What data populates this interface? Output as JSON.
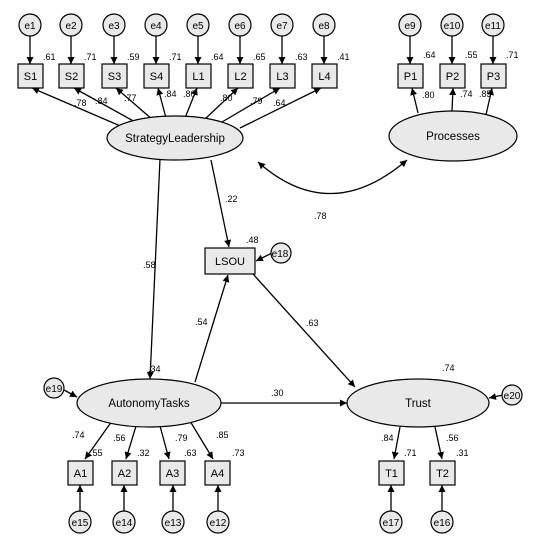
{
  "latents": {
    "strategy": "StrategyLeadership",
    "processes": "Processes",
    "autonomy": "AutonomyTasks",
    "trust": "Trust"
  },
  "observed": {
    "S1": "S1",
    "S2": "S2",
    "S3": "S3",
    "S4": "S4",
    "L1": "L1",
    "L2": "L2",
    "L3": "L3",
    "L4": "L4",
    "P1": "P1",
    "P2": "P2",
    "P3": "P3",
    "LSOU": "LSOU",
    "A1": "A1",
    "A2": "A2",
    "A3": "A3",
    "A4": "A4",
    "T1": "T1",
    "T2": "T2"
  },
  "errors": {
    "e1": "e1",
    "e2": "e2",
    "e3": "e3",
    "e4": "e4",
    "e5": "e5",
    "e6": "e6",
    "e7": "e7",
    "e8": "e8",
    "e9": "e9",
    "e10": "e10",
    "e11": "e11",
    "e12": "e12",
    "e13": "e13",
    "e14": "e14",
    "e15": "e15",
    "e16": "e16",
    "e17": "e17",
    "e18": "e18",
    "e19": "e19",
    "e20": "e20"
  },
  "r2": {
    "S1": ".61",
    "S2": ".71",
    "S3": ".59",
    "S4": ".71",
    "L1": ".64",
    "L2": ".65",
    "L3": ".63",
    "L4": ".41",
    "P1": ".64",
    "P2": ".55",
    "P3": ".71",
    "LSOU": ".48",
    "autonomy": ".34",
    "trust": ".74",
    "A1": ".55",
    "A2": ".32",
    "A3": ".63",
    "A4": ".73",
    "T1": ".71",
    "T2": ".31"
  },
  "loadings": {
    "S1": ".78",
    "S2": ".84",
    "S3": ".77",
    "S4": ".84",
    "L1": ".80",
    "L2": ".80",
    "L3": ".79",
    "L4": ".64",
    "P1": ".80",
    "P2": ".74",
    "P3": ".85",
    "A1": ".74",
    "A2": ".56",
    "A3": ".79",
    "A4": ".85",
    "T1": ".84",
    "T2": ".56"
  },
  "structural": {
    "strategy_to_lsou": ".22",
    "strategy_to_autonomy": ".58",
    "autonomy_to_lsou": ".54",
    "lsou_to_trust": ".63",
    "autonomy_to_trust": ".30",
    "strategy_processes_cov": ".78"
  }
}
